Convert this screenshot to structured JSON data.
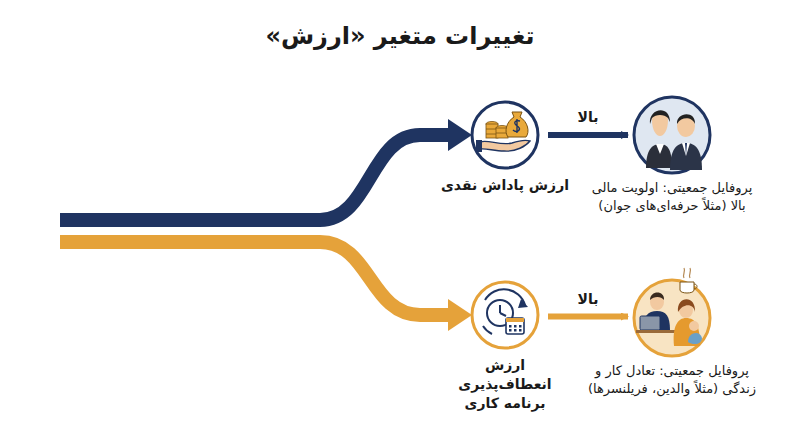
{
  "diagram": {
    "title": "تغییرات متغیر «ارزش»",
    "nodes": [
      {
        "text": [
          "ارزش پاداش نقدی"
        ]
      },
      {
        "text": [
          "پروفایل جمعیتی: اولویت مالی بالا (مثلاً حرفه‌ای‌های جوان)"
        ]
      },
      {
        "text": [
          "ارزش انعطاف‌پذیری برنامه کاری"
        ]
      },
      {
        "text": [
          "پروفایل جمعیتی: تعادل کار و زندگی (مثلاً والدین، فریلنسرها)"
        ]
      }
    ],
    "edges": [
      {
        "from": 0,
        "to": 1,
        "label": "بالا",
        "arrow": "to"
      },
      {
        "from": 2,
        "to": 3,
        "label": "بالا",
        "arrow": "to"
      }
    ]
  }
}
